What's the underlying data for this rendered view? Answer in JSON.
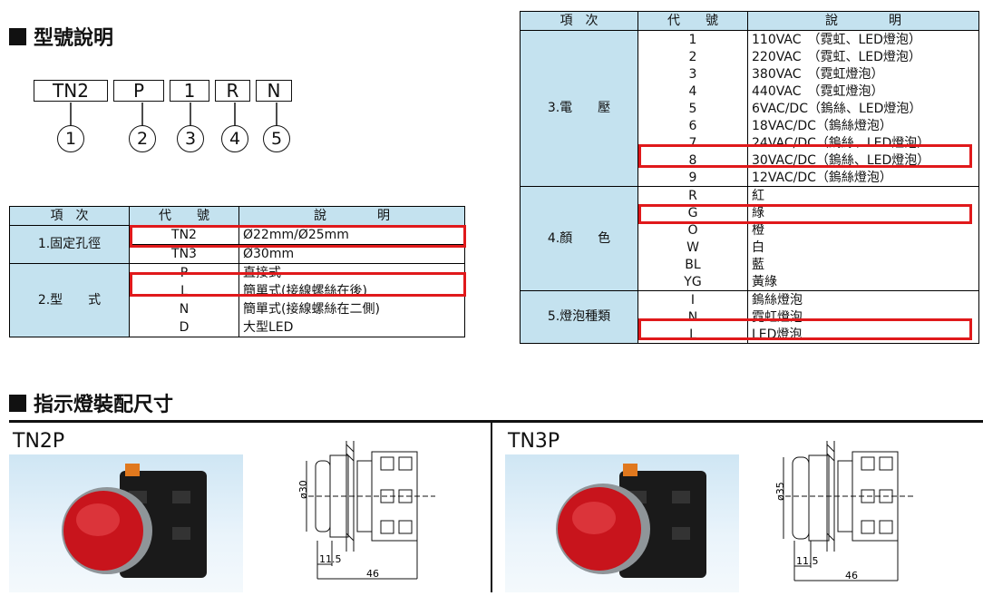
{
  "sections": {
    "model_title": "型號說明",
    "mount_title": "指示燈裝配尺寸"
  },
  "model_code": {
    "parts": [
      "TN2",
      "P",
      "1",
      "R",
      "N"
    ],
    "circles": [
      "1",
      "2",
      "3",
      "4",
      "5"
    ]
  },
  "table_headers": {
    "item": "項　次",
    "code": "代　　號",
    "desc": "說　　　　明"
  },
  "left_table": {
    "groups": [
      {
        "label": "1.固定孔徑",
        "rows": [
          {
            "code": "TN2",
            "desc": "Ø22mm/Ø25mm"
          },
          {
            "code": "TN3",
            "desc": "Ø30mm"
          }
        ]
      },
      {
        "label": "2.型　　式",
        "rows": [
          {
            "code": "P",
            "desc": "直接式"
          },
          {
            "code": "L",
            "desc": "簡單式(接線螺絲在後)"
          },
          {
            "code": "N",
            "desc": "簡單式(接線螺絲在二側)"
          },
          {
            "code": "D",
            "desc": "大型LED"
          }
        ]
      }
    ]
  },
  "right_table": {
    "groups": [
      {
        "label": "3.電　　壓",
        "rows": [
          {
            "code": "1",
            "desc": "110VAC　（霓虹、LED燈泡）"
          },
          {
            "code": "2",
            "desc": "220VAC　（霓虹、LED燈泡）"
          },
          {
            "code": "3",
            "desc": "380VAC　（霓虹燈泡）"
          },
          {
            "code": "4",
            "desc": "440VAC　（霓虹燈泡）"
          },
          {
            "code": "5",
            "desc": "6VAC/DC（鎢絲、LED燈泡）"
          },
          {
            "code": "6",
            "desc": "18VAC/DC（鎢絲燈泡）"
          },
          {
            "code": "7",
            "desc": "24VAC/DC（鎢絲、LED燈泡）"
          },
          {
            "code": "8",
            "desc": "30VAC/DC（鎢絲、LED燈泡）"
          },
          {
            "code": "9",
            "desc": "12VAC/DC（鎢絲燈泡）"
          }
        ]
      },
      {
        "label": "4.顏　　色",
        "rows": [
          {
            "code": "R",
            "desc": "紅"
          },
          {
            "code": "G",
            "desc": "綠"
          },
          {
            "code": "O",
            "desc": "橙"
          },
          {
            "code": "W",
            "desc": "白"
          },
          {
            "code": "BL",
            "desc": "藍"
          },
          {
            "code": "YG",
            "desc": "黃綠"
          }
        ]
      },
      {
        "label": "5.燈泡種類",
        "rows": [
          {
            "code": "I",
            "desc": "鎢絲燈泡"
          },
          {
            "code": "N",
            "desc": "霓虹燈泡"
          },
          {
            "code": "L",
            "desc": "LED燈泡"
          }
        ]
      }
    ]
  },
  "products": [
    {
      "name": "TN2P",
      "dia": "ø30",
      "dim_a": "11.5",
      "dim_b": "46"
    },
    {
      "name": "TN3P",
      "dia": "ø35",
      "dim_a": "11.5",
      "dim_b": "46"
    }
  ],
  "colors": {
    "header_bg": "#c4e2ef",
    "highlight": "#e0191b",
    "lens": "#c8141c"
  }
}
